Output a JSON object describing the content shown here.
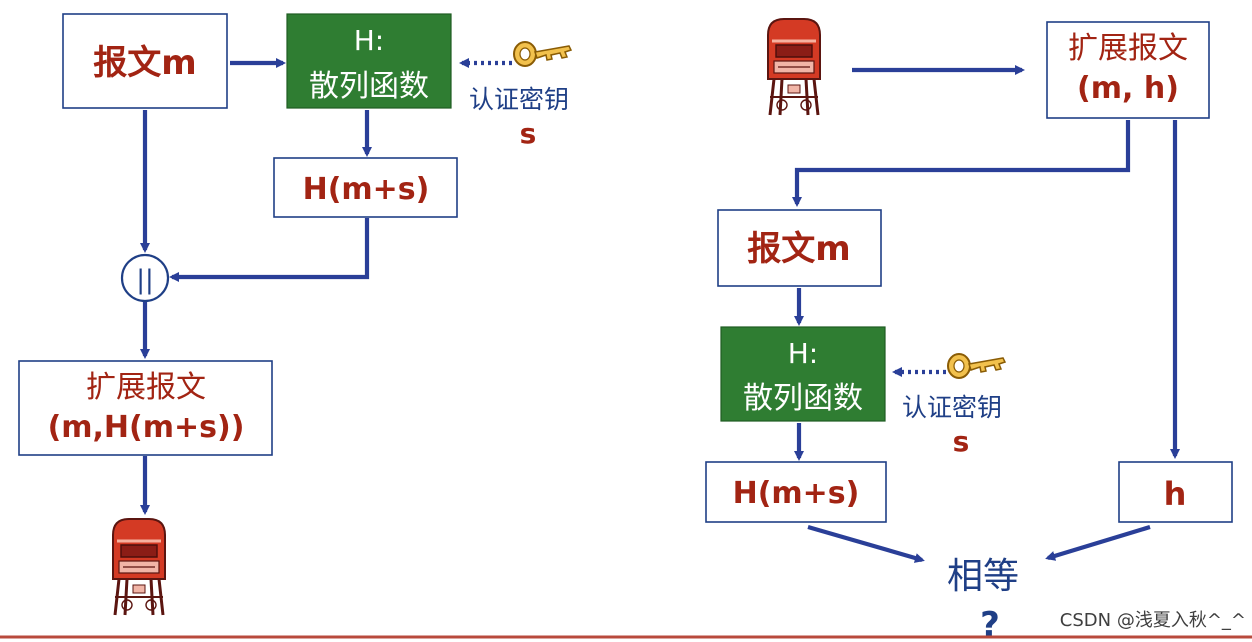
{
  "left": {
    "msg_box": "报文m",
    "hash_box": {
      "title": "H:",
      "subtitle": "散列函数"
    },
    "key_label": "认证密钥",
    "key_sym": "s",
    "hms_box": "H(m+s)",
    "concat_symbol": "||",
    "extended_box": {
      "line1": "扩展报文",
      "line2": "(m,H(m+s))"
    }
  },
  "right": {
    "extended_box": {
      "line1": "扩展报文",
      "line2": "(m, h)"
    },
    "msg_box": "报文m",
    "hash_box": {
      "title": "H:",
      "subtitle": "散列函数"
    },
    "key_label": "认证密钥",
    "key_sym": "s",
    "hms_box": "H(m+s)",
    "h_box": "h",
    "equal_label": "相等",
    "question_mark": "?"
  },
  "watermark": "CSDN @浅夏入秋^_^",
  "colors": {
    "red_text": "#a22413",
    "blue_line": "#2a3f98",
    "green_box": "#2f7d32",
    "box_border": "#1f3f86"
  },
  "icons": [
    "mailbox-icon",
    "key-icon"
  ]
}
